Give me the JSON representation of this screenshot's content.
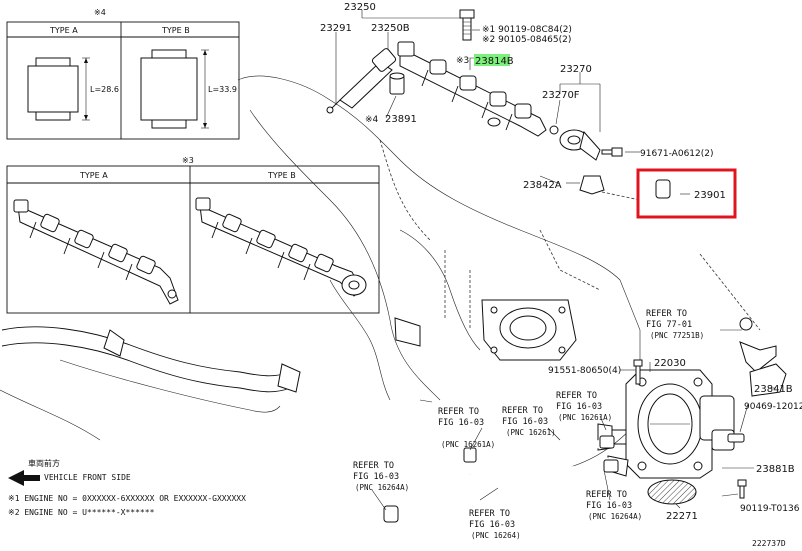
{
  "inset_top": {
    "mark": "※4",
    "type_a": "TYPE A",
    "type_b": "TYPE B",
    "dim_a": "L=28.6",
    "dim_b": "L=33.9"
  },
  "inset_mid": {
    "mark": "※3",
    "type_a": "TYPE A",
    "type_b": "TYPE B"
  },
  "parts": {
    "p23250": "23250",
    "p23291": "23291",
    "p23250b": "23250B",
    "p90119": "※1 90119-08C84(2)",
    "p90105": "※2 90105-08465(2)",
    "p23814b_mark": "※3",
    "p23814b": "23814B",
    "p23891_mark": "※4",
    "p23891": "23891",
    "p23270": "23270",
    "p23270f": "23270F",
    "p91671": "91671-A0612(2)",
    "p23842a": "23842A",
    "p23901": "23901",
    "p91551": "91551-80650(4)",
    "p22030": "22030",
    "p23841b": "23841B",
    "p90469": "90469-12012",
    "p23881b": "23881B",
    "p90119b": "90119-T0136",
    "p22271": "22271"
  },
  "refers": [
    {
      "l1": "REFER TO",
      "l2": "FIG 77-01",
      "l3": "(PNC 77251B)"
    },
    {
      "l1": "REFER TO",
      "l2": "FIG 16-03",
      "l3": "(PNC 16261A)"
    },
    {
      "l1": "REFER TO",
      "l2": "FIG 16-03",
      "l3": "(PNC 16261A)"
    },
    {
      "l1": "REFER TO",
      "l2": "FIG 16-03",
      "l3": "(PNC 16261)"
    },
    {
      "l1": "REFER TO",
      "l2": "FIG 16-03",
      "l3": "(PNC 16264A)"
    },
    {
      "l1": "REFER TO",
      "l2": "FIG 16-03",
      "l3": "(PNC 16264A)"
    },
    {
      "l1": "REFER TO",
      "l2": "FIG 16-03",
      "l3": "(PNC 16264)"
    }
  ],
  "front": {
    "jp": "車両前方",
    "en": "VEHICLE FRONT SIDE"
  },
  "notes": {
    "n1": "※1 ENGINE NO = 0XXXXXX-6XXXXXX OR EXXXXXX-GXXXXXX",
    "n2": "※2 ENGINE NO = U******-X******"
  },
  "diagram_id": "222737D",
  "colors": {
    "highlight_box": "#e0141e",
    "highlight_fill": "#7cf07a"
  }
}
